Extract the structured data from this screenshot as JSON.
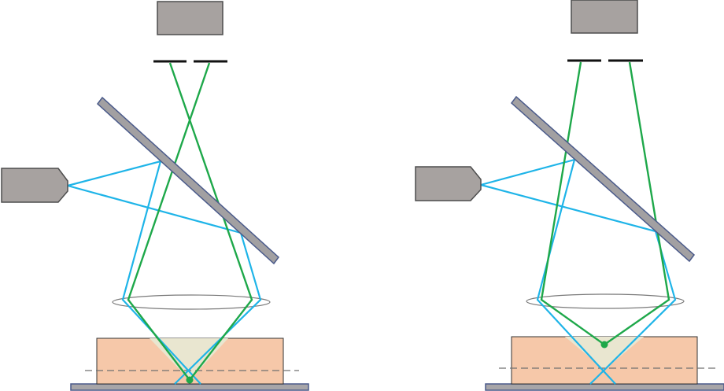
{
  "colors": {
    "device_fill": "#a7a2a0",
    "device_stroke": "#4d4d4d",
    "mirror_fill": "#a2a0a2",
    "mirror_stroke": "#4a5a8a",
    "blue_beam": "#1eb4e8",
    "green_beam": "#1ea84a",
    "sample_fill": "#f6c8a9",
    "cone_fill": "#e9e6d0",
    "stage_fill": "#a7a5a8",
    "stage_stroke": "#4a5a8a",
    "lens_stroke": "#7a7a7a",
    "dashed_line": "#707070",
    "aperture": "#111111"
  },
  "panels": [
    {
      "id": "left",
      "focus": "at-bottom-surface"
    },
    {
      "id": "right",
      "focus": "inside-sample"
    }
  ]
}
